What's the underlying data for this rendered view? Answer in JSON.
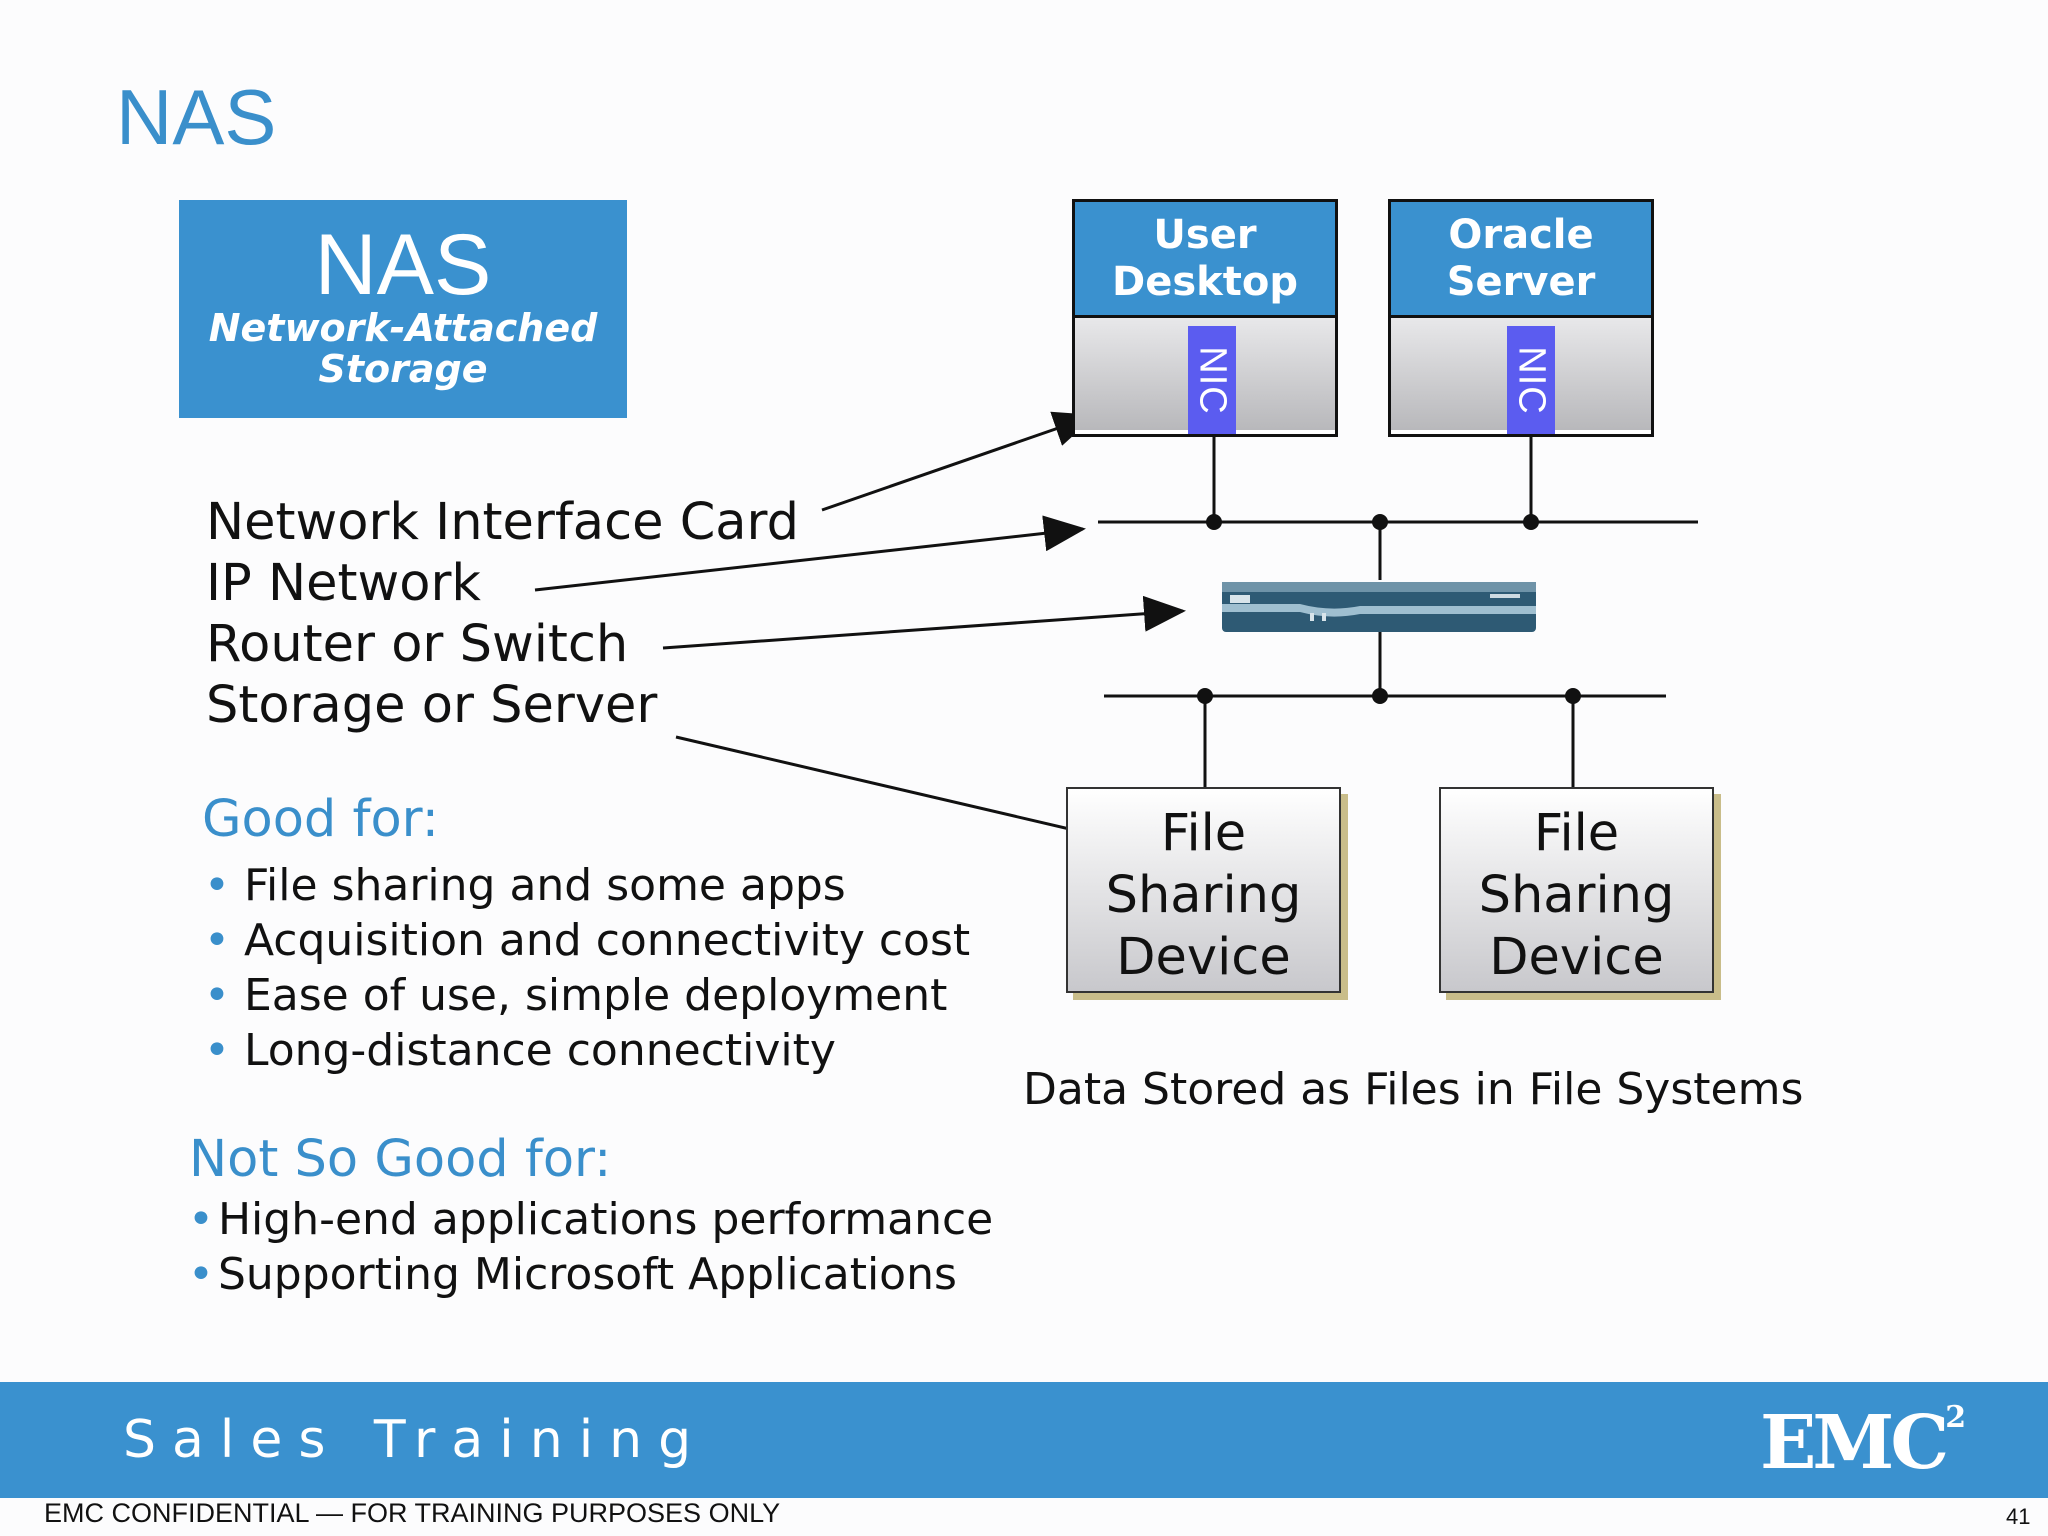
{
  "slide": {
    "title": "NAS",
    "page_number": "41"
  },
  "nas_box": {
    "acronym": "NAS",
    "expansion_line1": "Network-Attached",
    "expansion_line2": "Storage"
  },
  "labels": [
    "Network Interface Card",
    "IP Network",
    "Router or Switch",
    "Storage or Server"
  ],
  "good_for": {
    "heading": "Good for:",
    "items": [
      "File sharing and some apps",
      "Acquisition and connectivity cost",
      "Ease of use, simple deployment",
      "Long-distance connectivity"
    ]
  },
  "not_good_for": {
    "heading": "Not So Good for:",
    "items": [
      "High-end applications performance",
      "Supporting Microsoft Applications"
    ]
  },
  "diagram": {
    "hosts": [
      {
        "line1": "User",
        "line2": "Desktop",
        "nic": "NIC"
      },
      {
        "line1": "Oracle",
        "line2": "Server",
        "nic": "NIC"
      }
    ],
    "devices": [
      {
        "line1": "File",
        "line2": "Sharing",
        "line3": "Device"
      },
      {
        "line1": "File",
        "line2": "Sharing",
        "line3": "Device"
      }
    ],
    "caption": "Data Stored as Files in File Systems",
    "router_icon": "router-switch-icon"
  },
  "footer": {
    "band_title": "Sales Training",
    "logo": "EMC",
    "logo_sup": "2",
    "confidential": "EMC CONFIDENTIAL  —  FOR TRAINING PURPOSES ONLY"
  },
  "colors": {
    "accent": "#3a91cf",
    "nic": "#5b5cf0",
    "device_shadow": "#c9bd8a"
  }
}
